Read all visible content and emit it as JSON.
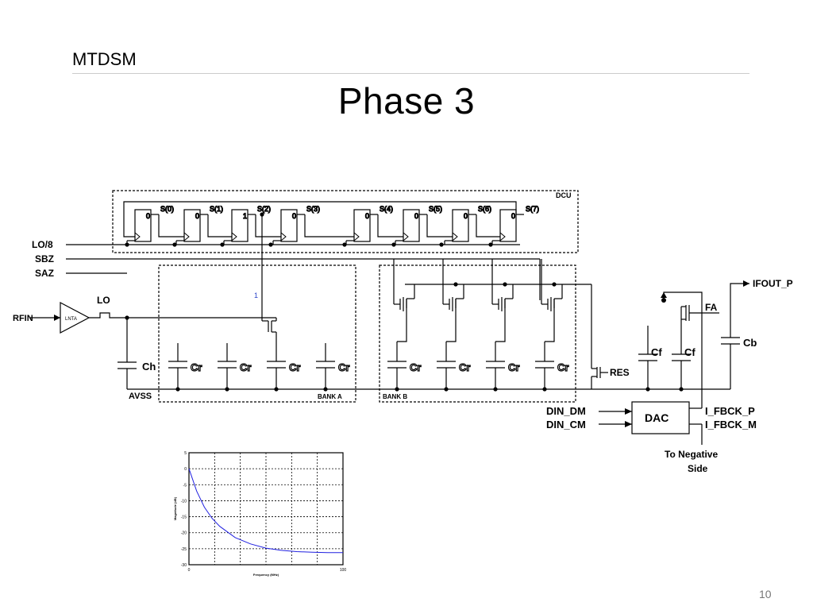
{
  "header": {
    "section": "MTDSM",
    "title": "Phase 3",
    "page_number": "10"
  },
  "circuit": {
    "dcu_label": "DCU",
    "flipflops": [
      {
        "state": "0",
        "output": "S(0)"
      },
      {
        "state": "0",
        "output": "S(1)"
      },
      {
        "state": "1",
        "output": "S(2)"
      },
      {
        "state": "0",
        "output": "S(3)"
      },
      {
        "state": "0",
        "output": "S(4)"
      },
      {
        "state": "0",
        "output": "S(5)"
      },
      {
        "state": "0",
        "output": "S(6)"
      },
      {
        "state": "0",
        "output": "S(7)"
      }
    ],
    "selected_line_value": "1",
    "left_signals": {
      "lo8": "LO/8",
      "sbz": "SBZ",
      "saz": "SAZ",
      "rfin": "RFIN"
    },
    "lnta": "LNTA",
    "lo": "LO",
    "ch": "Ch",
    "cr": "Cr",
    "avss": "AVSS",
    "bank_a": "BANK A",
    "bank_b": "BANK B",
    "res": "RES",
    "cf": "Cf",
    "fa": "FA",
    "cb": "Cb",
    "ifout": "IFOUT_P",
    "dac": "DAC",
    "din_dm": "DIN_DM",
    "din_cm": "DIN_CM",
    "fbck_p": "I_FBCK_P",
    "fbck_m": "I_FBCK_M",
    "negative_side_1": "To Negative",
    "negative_side_2": "Side"
  },
  "chart_data": {
    "type": "line",
    "title": "",
    "xlabel": "Frequency (MHz)",
    "ylabel": "Magnitude (dB)",
    "xlim": [
      0,
      100
    ],
    "ylim": [
      -30,
      5
    ],
    "x_ticks": [
      "0",
      "100"
    ],
    "y_ticks": [
      "5",
      "0",
      "-5",
      "-10",
      "-15",
      "-20",
      "-25",
      "-30"
    ],
    "grid": true,
    "series": [
      {
        "color": "#2020e0",
        "x": [
          0,
          5,
          10,
          15,
          20,
          30,
          40,
          50,
          60,
          70,
          80,
          90,
          100
        ],
        "y": [
          0,
          -7,
          -12,
          -15.5,
          -18,
          -21.5,
          -23.5,
          -24.8,
          -25.5,
          -25.9,
          -26.1,
          -26.2,
          -26.2
        ]
      }
    ]
  }
}
